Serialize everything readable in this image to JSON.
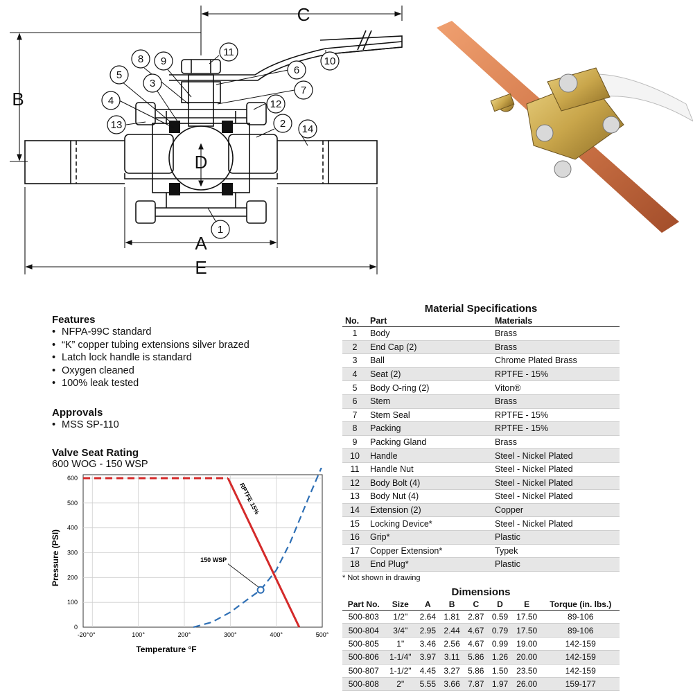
{
  "drawing": {
    "dimension_labels": [
      "A",
      "B",
      "C",
      "D",
      "E"
    ],
    "callouts": [
      "1",
      "2",
      "3",
      "4",
      "5",
      "6",
      "7",
      "8",
      "9",
      "10",
      "11",
      "12",
      "13",
      "14"
    ]
  },
  "features": {
    "title": "Features",
    "items": [
      "NFPA-99C standard",
      "“K” copper tubing extensions silver brazed",
      "Latch lock handle is standard",
      "Oxygen cleaned",
      "100% leak tested"
    ]
  },
  "approvals": {
    "title": "Approvals",
    "items": [
      "MSS SP-110"
    ]
  },
  "rating": {
    "title": "Valve Seat Rating",
    "subtitle": "600 WOG - 150 WSP"
  },
  "chart_data": {
    "type": "line",
    "xlabel": "Temperature °F",
    "ylabel": "Pressure (PSI)",
    "xlim": [
      -20,
      500
    ],
    "ylim": [
      0,
      600
    ],
    "x_ticks": [
      "-20°",
      "0°",
      "100°",
      "200°",
      "300°",
      "400°",
      "500°"
    ],
    "y_ticks": [
      "0",
      "100",
      "200",
      "300",
      "400",
      "500",
      "600"
    ],
    "grid": true,
    "annotations": [
      "RPTFE 15%",
      "150 WSP"
    ],
    "series": [
      {
        "name": "RPTFE 15%",
        "style": "solid",
        "color": "#d42a2a",
        "points": [
          [
            295,
            600
          ],
          [
            450,
            0
          ]
        ]
      },
      {
        "name": "",
        "style": "dashed",
        "color": "#d42a2a",
        "points": [
          [
            -20,
            600
          ],
          [
            295,
            600
          ]
        ]
      },
      {
        "name": "",
        "style": "dashed",
        "color": "#2e6fb5",
        "points": [
          [
            220,
            0
          ],
          [
            260,
            20
          ],
          [
            300,
            60
          ],
          [
            340,
            115
          ],
          [
            366,
            150
          ],
          [
            400,
            230
          ],
          [
            430,
            340
          ],
          [
            470,
            520
          ],
          [
            500,
            650
          ]
        ]
      }
    ],
    "marker": {
      "label": "150 WSP",
      "x": 366,
      "y": 150
    }
  },
  "materials": {
    "title": "Material Specifications",
    "headers": [
      "No.",
      "Part",
      "Materials"
    ],
    "rows": [
      [
        "1",
        "Body",
        "Brass"
      ],
      [
        "2",
        "End Cap (2)",
        "Brass"
      ],
      [
        "3",
        "Ball",
        "Chrome Plated Brass"
      ],
      [
        "4",
        "Seat (2)",
        "RPTFE - 15%"
      ],
      [
        "5",
        "Body O-ring (2)",
        "Viton®"
      ],
      [
        "6",
        "Stem",
        "Brass"
      ],
      [
        "7",
        "Stem Seal",
        "RPTFE - 15%"
      ],
      [
        "8",
        "Packing",
        "RPTFE - 15%"
      ],
      [
        "9",
        "Packing Gland",
        "Brass"
      ],
      [
        "10",
        "Handle",
        "Steel - Nickel Plated"
      ],
      [
        "11",
        "Handle Nut",
        "Steel - Nickel Plated"
      ],
      [
        "12",
        "Body Bolt (4)",
        "Steel - Nickel Plated"
      ],
      [
        "13",
        "Body Nut (4)",
        "Steel - Nickel Plated"
      ],
      [
        "14",
        "Extension (2)",
        "Copper"
      ],
      [
        "15",
        "Locking Device*",
        "Steel - Nickel Plated"
      ],
      [
        "16",
        "Grip*",
        "Plastic"
      ],
      [
        "17",
        "Copper Extension*",
        "Typek"
      ],
      [
        "18",
        "End Plug*",
        "Plastic"
      ]
    ],
    "footnote": "* Not shown in drawing"
  },
  "dimensions": {
    "title": "Dimensions",
    "headers": [
      "Part No.",
      "Size",
      "A",
      "B",
      "C",
      "D",
      "E",
      "Torque (in. lbs.)"
    ],
    "rows": [
      [
        "500-803",
        "1/2\"",
        "2.64",
        "1.81",
        "2.87",
        "0.59",
        "17.50",
        "89-106"
      ],
      [
        "500-804",
        "3/4\"",
        "2.95",
        "2.44",
        "4.67",
        "0.79",
        "17.50",
        "89-106"
      ],
      [
        "500-805",
        "1\"",
        "3.46",
        "2.56",
        "4.67",
        "0.99",
        "19.00",
        "142-159"
      ],
      [
        "500-806",
        "1-1/4\"",
        "3.97",
        "3.11",
        "5.86",
        "1.26",
        "20.00",
        "142-159"
      ],
      [
        "500-807",
        "1-1/2\"",
        "4.45",
        "3.27",
        "5.86",
        "1.50",
        "23.50",
        "142-159"
      ],
      [
        "500-808",
        "2\"",
        "5.55",
        "3.66",
        "7.87",
        "1.97",
        "26.00",
        "159-177"
      ]
    ]
  }
}
